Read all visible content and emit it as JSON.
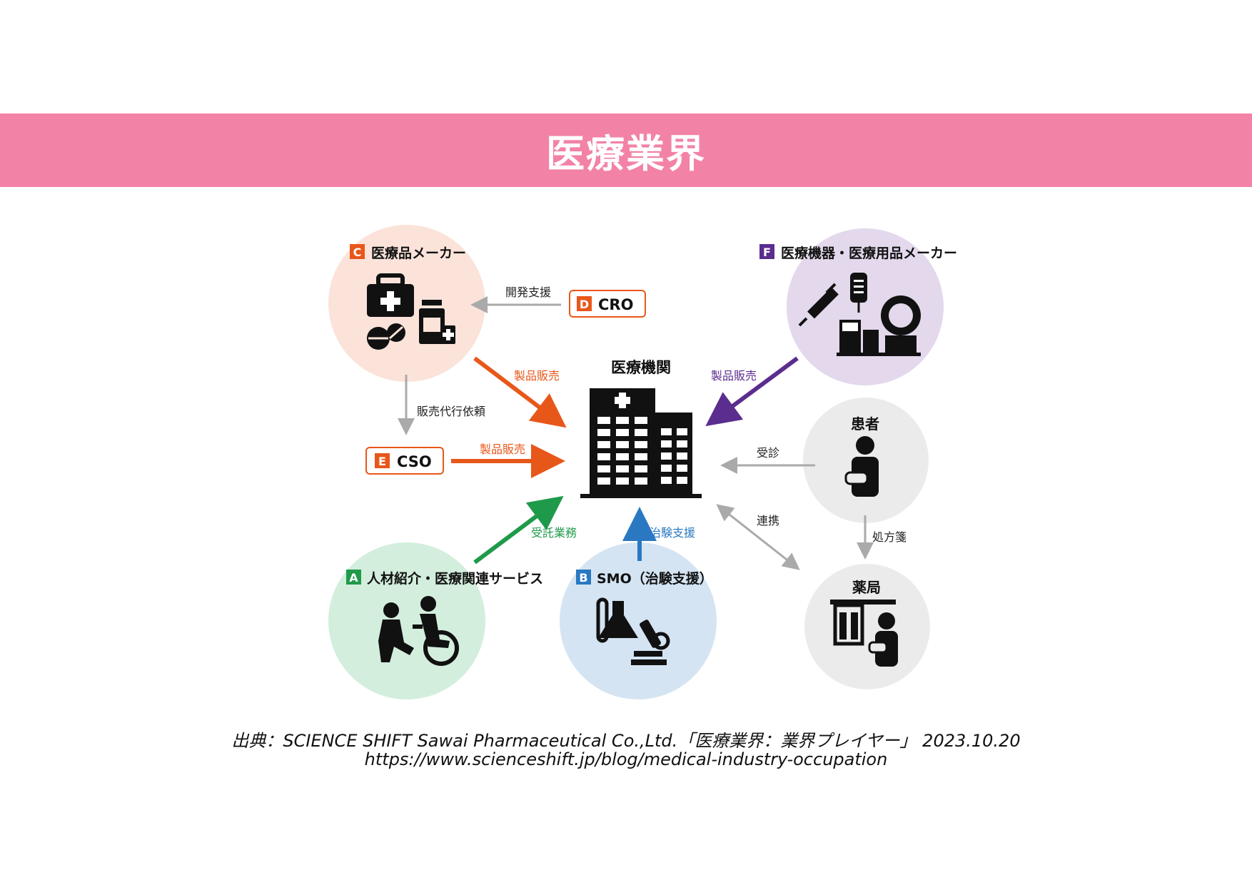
{
  "page": {
    "title": "医療業界"
  },
  "diagram": {
    "center": {
      "label": "医療機関"
    },
    "nodes": {
      "c": {
        "badge": "C",
        "label": "医療品メーカー",
        "color": "#e8571a",
        "bg": "#fbe3da"
      },
      "f": {
        "badge": "F",
        "label": "医療機器・医療用品メーカー",
        "color": "#5b2d8e",
        "bg": "#e3d8ec"
      },
      "a": {
        "badge": "A",
        "label": "人材紹介・医療関連サービス",
        "color": "#1f9a4a",
        "bg": "#d3eedd"
      },
      "b": {
        "badge": "B",
        "label": "SMO（治験支援）",
        "color": "#2b78c2",
        "bg": "#d4e4f3"
      },
      "d": {
        "badge": "D",
        "label": "CRO",
        "color": "#e8571a"
      },
      "e": {
        "badge": "E",
        "label": "CSO",
        "color": "#e8571a"
      },
      "patient": {
        "label": "患者",
        "bg": "#ebebeb"
      },
      "pharmacy": {
        "label": "薬局",
        "bg": "#ebebeb"
      }
    },
    "edges": {
      "cro_to_c": "開発支援",
      "c_to_center": "製品販売",
      "f_to_center": "製品販売",
      "c_to_cso": "販売代行依頼",
      "cso_to_center": "製品販売",
      "patient_to_center": "受診",
      "a_to_center": "受託業務",
      "smo_to_center": "治験支援",
      "center_pharmacy": "連携",
      "patient_to_pharmacy": "処方箋"
    }
  },
  "source": {
    "line1": "出典：SCIENCE SHIFT Sawai Pharmaceutical Co.,Ltd.「医療業界：業界プレイヤー」 2023.10.20",
    "line2": "https://www.scienceshift.jp/blog/medical-industry-occupation"
  }
}
